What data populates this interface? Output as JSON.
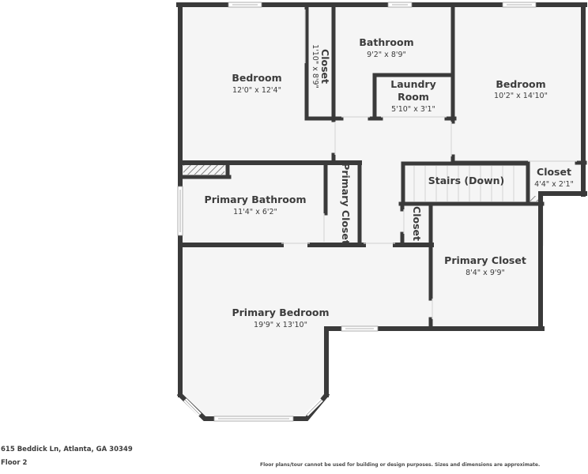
{
  "plan": {
    "colors": {
      "wall": "#3a3a3a",
      "floor": "#f5f5f5",
      "text": "#3c3c3c",
      "background": "#ffffff"
    },
    "rooms": [
      {
        "id": "bedroom-1",
        "name": "Bedroom",
        "dims": "12'0\" x 12'4\""
      },
      {
        "id": "closet-1",
        "name": "Closet",
        "dims": "1'10\" x 8'9\""
      },
      {
        "id": "bathroom",
        "name": "Bathroom",
        "dims": "9'2\" x 8'9\""
      },
      {
        "id": "laundry",
        "name_line1": "Laundry",
        "name_line2": "Room",
        "dims": "5'10\" x 3'1\""
      },
      {
        "id": "bedroom-2",
        "name": "Bedroom",
        "dims": "10'2\" x 14'10\""
      },
      {
        "id": "primary-bathroom",
        "name": "Primary Bathroom",
        "dims": "11'4\" x 6'2\""
      },
      {
        "id": "primary-closet-small",
        "name": "Primary Closet"
      },
      {
        "id": "stairs",
        "name": "Stairs (Down)"
      },
      {
        "id": "closet-2",
        "name": "Closet",
        "dims": "4'4\" x 2'1\""
      },
      {
        "id": "closet-3",
        "name": "Closet"
      },
      {
        "id": "primary-closet",
        "name": "Primary Closet",
        "dims": "8'4\" x 9'9\""
      },
      {
        "id": "primary-bedroom",
        "name": "Primary Bedroom",
        "dims": "19'9\" x 13'10\""
      }
    ]
  },
  "footer": {
    "address": "615 Beddick Ln, Atlanta, GA 30349",
    "floor": "Floor 2",
    "disclaimer": "Floor plans/tour cannot be used for building or design purposes. Sizes and dimensions are approximate."
  }
}
